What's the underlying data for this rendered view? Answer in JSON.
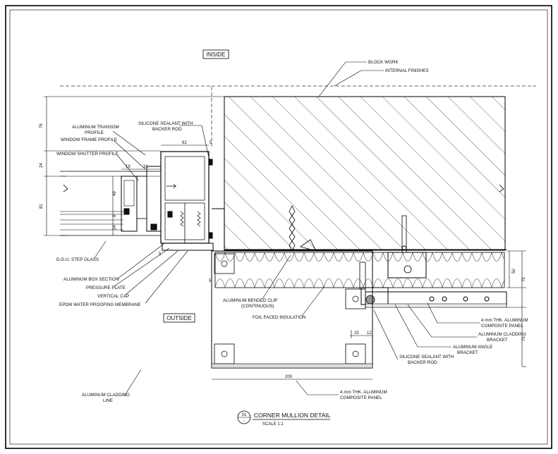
{
  "zones": {
    "inside": "INSIDE",
    "outside": "OUTSIDE"
  },
  "labels": {
    "block_work": "BLOCK WORK",
    "internal_finishes": "INTERNAL FINISHES",
    "transom_1": "ALUMINUM TRANSOM",
    "transom_2": "PROFILE",
    "sealant_top_1": "SILICONE SEALANT WITH",
    "sealant_top_2": "BACKER ROD",
    "window_frame": "WINDOW FRAME PROFILE",
    "window_shutter": "WINDOW SHUTTER PROFILE",
    "dgu": "D.G.U. STEP GLASS",
    "box_section": "ALUMINUM BOX SECTION",
    "pressure_plate": "PRESSURE PLATE",
    "vertical_cap": "VERTICAL CAP",
    "epdm": "EPDM WATER PROOFING MEMBRANE",
    "bended_clip_1": "ALUMINUM BENDED CLIP",
    "bended_clip_2": "(CONTINUOUS)",
    "foil_insulation": "FOIL FACED INSULATION",
    "acp_right_1": "4 mm THK. ALUMINUM",
    "acp_right_2": "COMPOSITE PANEL",
    "cladding_bracket_1": "ALUMINUM CLADDING",
    "cladding_bracket_2": "BRACKET",
    "angle_bracket_1": "ALUMINUM ANGLE",
    "angle_bracket_2": "BRACKET",
    "sealant_bot_1": "SILICONE SEALANT WITH",
    "sealant_bot_2": "BACKER ROD",
    "cladding_line_1": "ALUMINUM CLADDING",
    "cladding_line_2": "LINE",
    "acp_bottom_1": "4 mm THK. ALUMINUM",
    "acp_bottom_2": "COMPOSITE PANEL"
  },
  "dimensions": {
    "d76": "76",
    "d24": "24",
    "d81": "81",
    "d62": "62",
    "d5a": "5",
    "d19": "19",
    "d31": "31",
    "d49": "49",
    "d8": "8",
    "d24b": "24",
    "d5b": "5",
    "d5c": "5",
    "d50": "50",
    "d75a": "75",
    "d75b": "75",
    "d25": "25",
    "d12": "12",
    "d200": "200"
  },
  "title": {
    "number": "01",
    "number_sub": "-",
    "name": "CORNER MULLION DETAIL",
    "scale": "SCALE 1:1"
  }
}
